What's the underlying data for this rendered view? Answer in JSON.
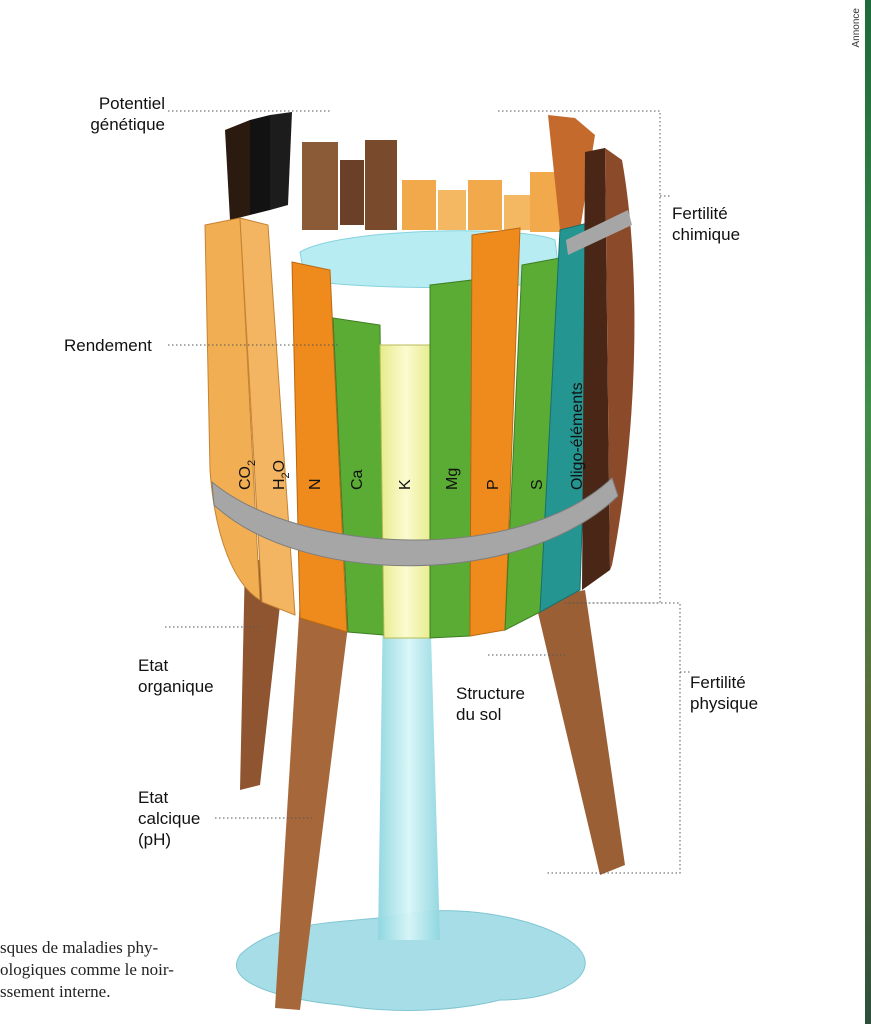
{
  "side_label": "Annonce",
  "labels": {
    "potentiel": "Potentiel\ngénétique",
    "fertilite_chimique": "Fertilité\nchimique",
    "rendement": "Rendement",
    "etat_organique": "Etat\norganique",
    "structure": "Structure\ndu sol",
    "fertilite_physique": "Fertilité\nphysique",
    "etat_calcique": "Etat\ncalcique\n(pH)"
  },
  "staves": {
    "co2_main": "CO",
    "co2_sub": "2",
    "h2o_h": "H",
    "h2o_sub": "2",
    "h2o_o": "O",
    "n": "N",
    "ca": "Ca",
    "k": "K",
    "mg": "Mg",
    "p": "P",
    "s": "S",
    "oligo": "Oligo-éléments"
  },
  "caption": "sques de maladies phy-\nologiques comme le noir-\nssement interne.",
  "colors": {
    "light_orange": "#f2ae52",
    "orange": "#ef8b1c",
    "green": "#5aac34",
    "teal": "#249590",
    "brown": "#8b4a2a",
    "dark_brown": "#4a2616",
    "water": "#9fe0e8",
    "leg": "#9a5f34",
    "hoop": "#a6a6a6"
  }
}
